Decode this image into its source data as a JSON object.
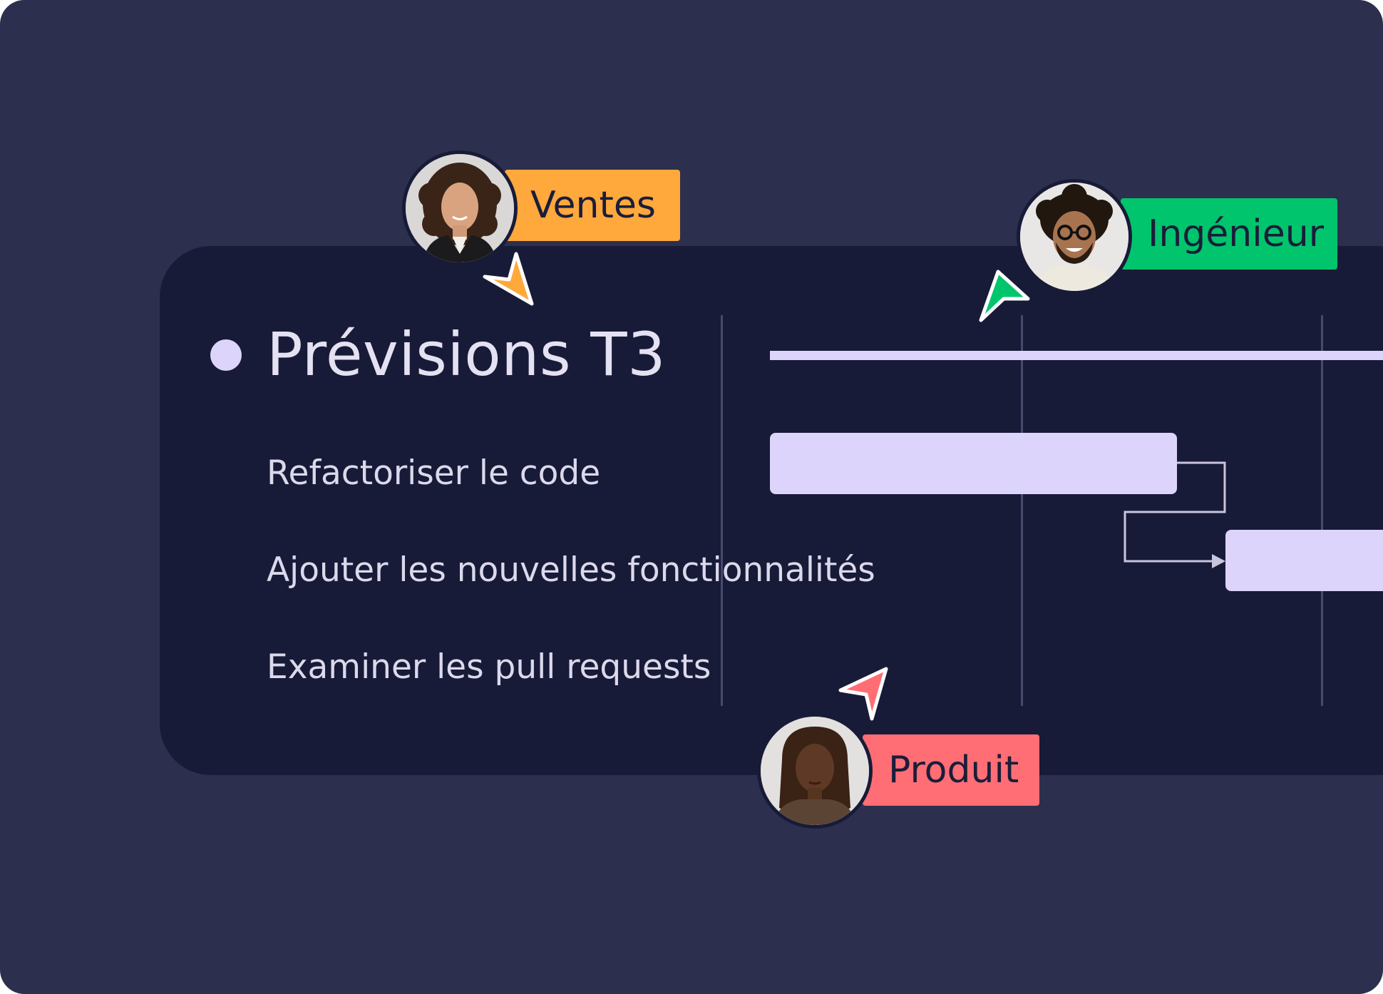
{
  "gantt": {
    "project": {
      "title": "Prévisions T3",
      "dot_color": "#ddd4fb"
    },
    "tasks": [
      {
        "label": "Refactoriser le code"
      },
      {
        "label": "Ajouter les nouvelles fonctionnalités"
      },
      {
        "label": "Examiner les pull requests"
      }
    ],
    "bar_color": "#ddd4fb"
  },
  "collaborators": [
    {
      "role": "Ventes",
      "color": "#ffa83c",
      "avatar_icon": "woman-curly-hair-avatar",
      "cursor_icon": "cursor-arrow-icon"
    },
    {
      "role": "Ingénieur",
      "color": "#00c56c",
      "avatar_icon": "man-glasses-avatar",
      "cursor_icon": "cursor-arrow-icon"
    },
    {
      "role": "Produit",
      "color": "#ff6e74",
      "avatar_icon": "woman-long-hair-avatar",
      "cursor_icon": "cursor-arrow-icon"
    }
  ],
  "colors": {
    "background": "#2c2f4e",
    "panel": "#181b37",
    "text": "#e4e1f2"
  }
}
